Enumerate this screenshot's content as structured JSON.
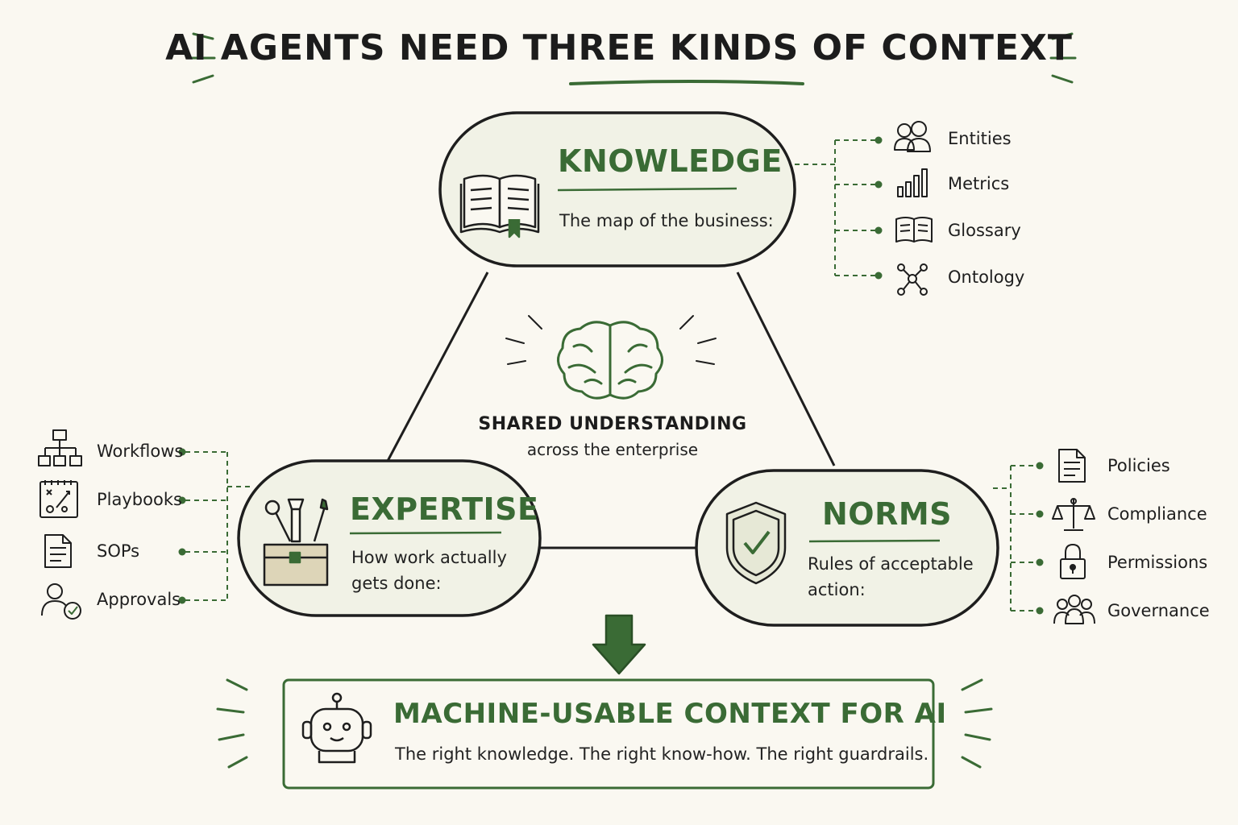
{
  "title": {
    "prefix": "AI AGENTS NEED ",
    "highlight": "THREE KINDS",
    "suffix": " OF CONTEXT"
  },
  "nodes": {
    "knowledge": {
      "title": "KNOWLEDGE",
      "description": "The map of the business:"
    },
    "expertise": {
      "title": "EXPERTISE",
      "description_line1": "How work actually",
      "description_line2": "gets done:"
    },
    "norms": {
      "title": "NORMS",
      "description_line1": "Rules of acceptable",
      "description_line2": "action:"
    }
  },
  "center": {
    "title": "SHARED UNDERSTANDING",
    "subtitle": "across the enterprise"
  },
  "knowledge_items": [
    {
      "label": "Entities",
      "icon": "people-icon"
    },
    {
      "label": "Metrics",
      "icon": "bar-chart-icon"
    },
    {
      "label": "Glossary",
      "icon": "book-icon"
    },
    {
      "label": "Ontology",
      "icon": "network-icon"
    }
  ],
  "expertise_items": [
    {
      "label": "Workflows",
      "icon": "flowchart-icon"
    },
    {
      "label": "Playbooks",
      "icon": "playbook-icon"
    },
    {
      "label": "SOPs",
      "icon": "document-icon"
    },
    {
      "label": "Approvals",
      "icon": "user-check-icon"
    }
  ],
  "norms_items": [
    {
      "label": "Policies",
      "icon": "document-icon"
    },
    {
      "label": "Compliance",
      "icon": "scales-icon"
    },
    {
      "label": "Permissions",
      "icon": "lock-icon"
    },
    {
      "label": "Governance",
      "icon": "group-icon"
    }
  ],
  "output": {
    "title": "MACHINE-USABLE CONTEXT FOR AI",
    "subtitle": "The right knowledge. The right know-how. The right guardrails."
  },
  "colors": {
    "accent": "#3a6b35",
    "ink": "#1e1e1e",
    "fill": "#f1f2e6",
    "background": "#faf8f1"
  }
}
